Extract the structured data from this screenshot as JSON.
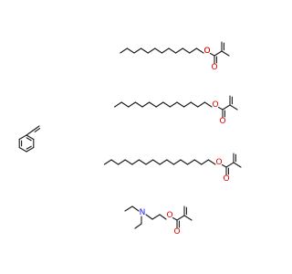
{
  "atoms": {
    "oxygen_symbol": "O",
    "nitrogen_symbol": "N"
  },
  "colors": {
    "bond": "#1a1a1a",
    "oxygen": "#e00000",
    "nitrogen": "#2020ff",
    "background": "#ffffff"
  },
  "molecules": [
    {
      "name": "dodecyl-methacrylate",
      "alkyl_carbons": 12
    },
    {
      "name": "tetradecyl-methacrylate",
      "alkyl_carbons": 14
    },
    {
      "name": "hexadecyl-methacrylate",
      "alkyl_carbons": 16
    },
    {
      "name": "styrene"
    },
    {
      "name": "diethylaminoethyl-methacrylate"
    }
  ]
}
